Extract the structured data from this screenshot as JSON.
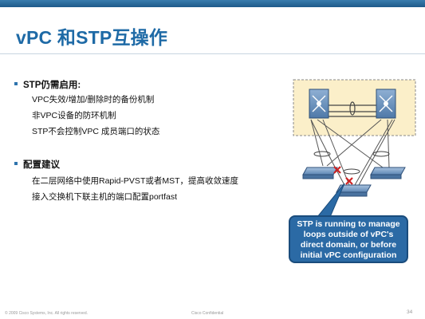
{
  "title": "vPC 和STP互操作",
  "section1": {
    "heading": "STP仍需启用:",
    "items": [
      "VPC失效/增加/删除时的备份机制",
      "非VPC设备的防环机制",
      "STP不会控制VPC 成员端口的状态"
    ]
  },
  "section2": {
    "heading": "配置建议",
    "items": [
      "在二层网络中使用Rapid-PVST或者MST，提高收敛速度",
      "接入交换机下联主机的端口配置portfast"
    ]
  },
  "callout": {
    "lines": [
      "STP is running to manage",
      "loops outside of vPC's",
      "direct domain, or before",
      "initial vPC configuration"
    ]
  },
  "footer": {
    "copyright": "© 2009 Cisco Systems, Inc. All rights reserved.",
    "confidential": "Cisco Confidential",
    "page_number": "34"
  },
  "colors": {
    "title": "#1e6aa6",
    "bullet": "#2f74ad",
    "callout_bg": "#2b6aa5",
    "domain_box": "#fbefc9",
    "blocked_x": "#cc2222"
  }
}
